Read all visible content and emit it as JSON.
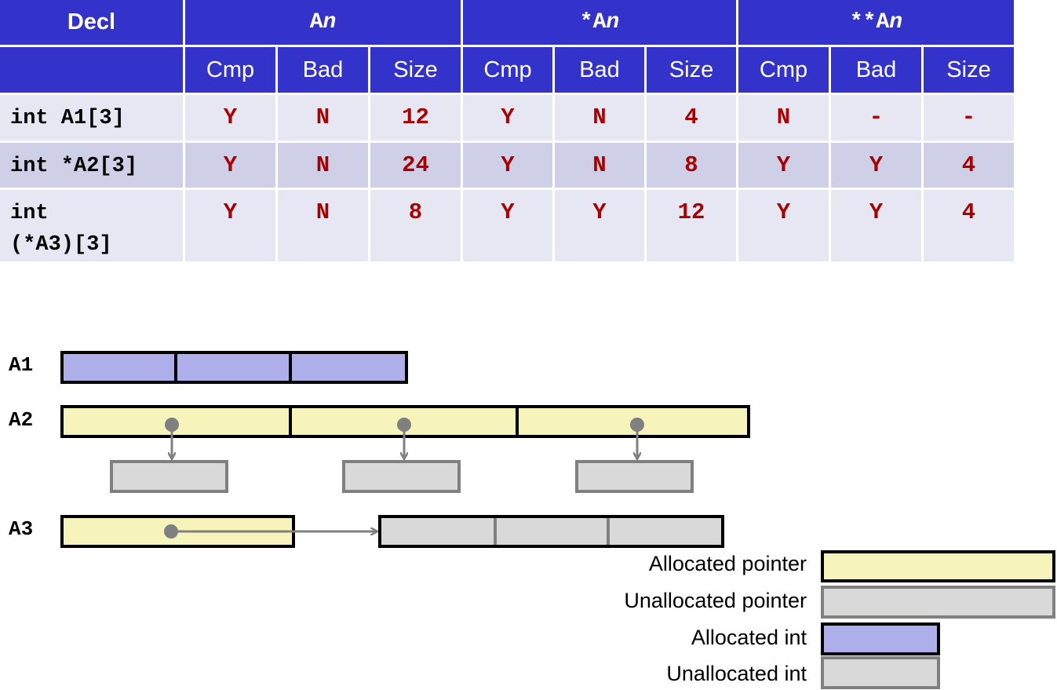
{
  "table": {
    "group_headers": {
      "decl": "Decl",
      "an_prefix": "A",
      "an_var": "n",
      "star_an_prefix": "*A",
      "star_an_var": "n",
      "dstar_an_prefix": "**A",
      "dstar_an_var": "n"
    },
    "sub_headers": [
      "Cmp",
      "Bad",
      "Size",
      "Cmp",
      "Bad",
      "Size",
      "Cmp",
      "Bad",
      "Size"
    ],
    "rows": [
      {
        "decl_line1": "int A1[3]",
        "decl_line2": "",
        "cells": [
          "Y",
          "N",
          "12",
          "Y",
          "N",
          "4",
          "N",
          "-",
          "-"
        ]
      },
      {
        "decl_line1": "int *A2[3]",
        "decl_line2": "",
        "cells": [
          "Y",
          "N",
          "24",
          "Y",
          "N",
          "8",
          "Y",
          "Y",
          "4"
        ]
      },
      {
        "decl_line1": "int",
        "decl_line2": "(*A3)[3]",
        "cells": [
          "Y",
          "N",
          "8",
          "Y",
          "Y",
          "12",
          "Y",
          "Y",
          "4"
        ]
      }
    ]
  },
  "memory": {
    "labels": {
      "a1": "A1",
      "a2": "A2",
      "a3": "A3"
    }
  },
  "legend": {
    "allocated_pointer": "Allocated  pointer",
    "unallocated_pointer": "Unallocated pointer",
    "allocated_int": "Allocated  int",
    "unallocated_int": "Unallocated  int"
  },
  "colors": {
    "header_bg": "#3333cc",
    "value_text": "#a80000",
    "pointer_fill": "#f6f4bb",
    "int_fill": "#aeaeeb",
    "unallocated_fill": "#d9d9d9"
  }
}
